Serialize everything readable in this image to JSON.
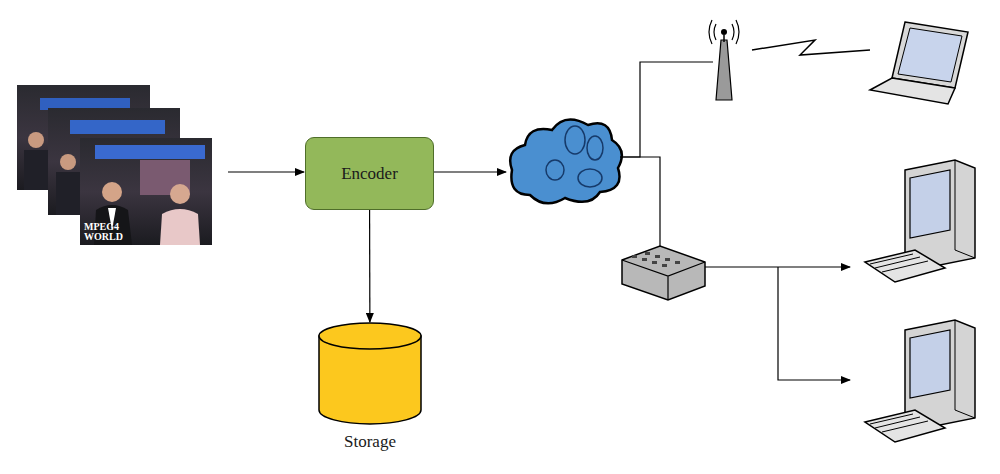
{
  "diagram": {
    "nodes": [
      {
        "text": [
          "Encoder"
        ]
      },
      {
        "text": [
          "Storage"
        ]
      }
    ],
    "edges": [
      {
        "from": 0,
        "to": 1,
        "arrow": "to"
      }
    ],
    "labels": [
      "MPEG4 WORLD"
    ]
  }
}
